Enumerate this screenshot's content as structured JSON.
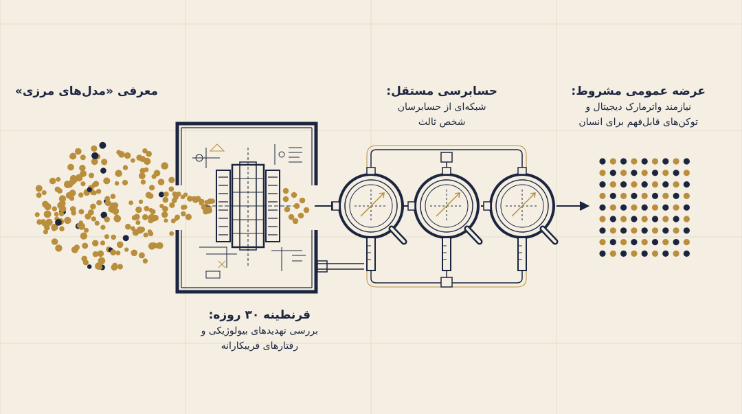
{
  "stages": [
    {
      "title": "معرفی «مدل‌های مرزی»",
      "lines": []
    },
    {
      "title": "قرنطینه ۳۰ روزه:",
      "lines": [
        "بررسی تهدیدهای بیولوژیکی و",
        "رفتارهای فریبکارانه"
      ]
    },
    {
      "title": "حسابرسی مستقل:",
      "lines": [
        "شبکه‌ای از حسابرسان",
        "شخص ثالث"
      ]
    },
    {
      "title": "عرضه عمومی مشروط:",
      "lines": [
        "نیازمند واترمارک دیجیتال و",
        "توکن‌های قابل‌فهم برای انسان"
      ]
    }
  ],
  "colors": {
    "background": "#f4efe2",
    "ink": "#1c2540",
    "gold": "#b98e3c",
    "grid": "#e3dcc9"
  }
}
